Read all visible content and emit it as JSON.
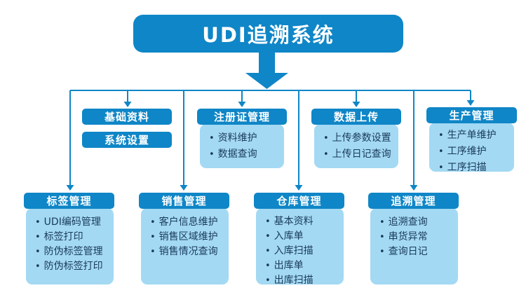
{
  "title": "UDI追溯系统",
  "colors": {
    "primary_blue": "#0f86c7",
    "panel_light_blue": "#a3d9f3",
    "header_text": "#ffffff",
    "item_text": "#1a3a5c",
    "background": "#ffffff"
  },
  "row1": [
    {
      "boxes": [
        "基础资料",
        "系统设置"
      ]
    },
    {
      "title": "注册证管理",
      "items": [
        "资料维护",
        "数据查询"
      ]
    },
    {
      "title": "数据上传",
      "items": [
        "上传参数设置",
        "上传日记查询"
      ]
    },
    {
      "title": "生产管理",
      "items": [
        "生产单维护",
        "工序维护",
        "工序扫描"
      ]
    }
  ],
  "row2": [
    {
      "title": "标签管理",
      "items": [
        "UDI编码管理",
        "标签打印",
        "防伪标签管理",
        "防伪标签打印"
      ]
    },
    {
      "title": "销售管理",
      "items": [
        "客户信息维护",
        "销售区域维护",
        "销售情况查询"
      ]
    },
    {
      "title": "仓库管理",
      "items": [
        "基本资料",
        "入库单",
        "入库扫描",
        "出库单",
        "出库扫描"
      ]
    },
    {
      "title": "追溯管理",
      "items": [
        "追溯查询",
        "串货异常",
        "查询日记"
      ]
    }
  ]
}
